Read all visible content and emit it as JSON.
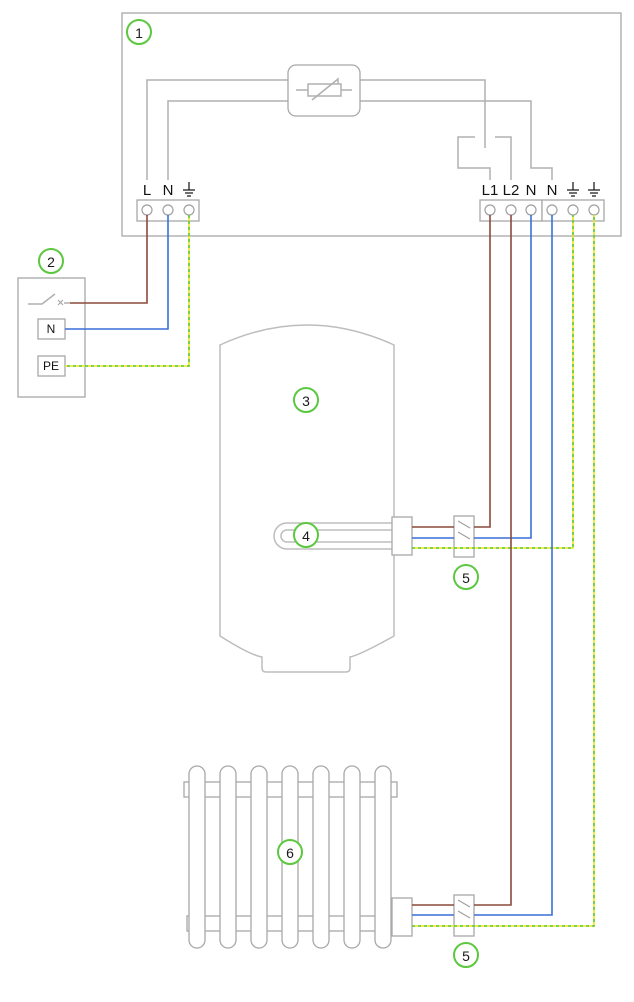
{
  "diagram": {
    "title": "Heating controller wiring diagram",
    "badges": {
      "controller": "1",
      "supply": "2",
      "tank": "3",
      "heating_element": "4",
      "switch_tank": "5",
      "switch_radiator": "5",
      "radiator": "6"
    },
    "controller": {
      "input_terminals": [
        "L",
        "N",
        "⏚"
      ],
      "output_terminals": [
        "L1",
        "L2",
        "N",
        "N",
        "⏚",
        "⏚"
      ],
      "component_icon": "variable-resistor-icon"
    },
    "supply": {
      "labels": [
        "N",
        "PE"
      ],
      "switch_icon": "circuit-breaker-icon"
    },
    "wire_colors": {
      "live": "#8b4a3c",
      "neutral": "#3a6fd8",
      "earth_yellow": "#e8e81a",
      "earth_green": "#5cc840",
      "internal": "#b0b0b0",
      "badge": "#5cc840"
    }
  }
}
